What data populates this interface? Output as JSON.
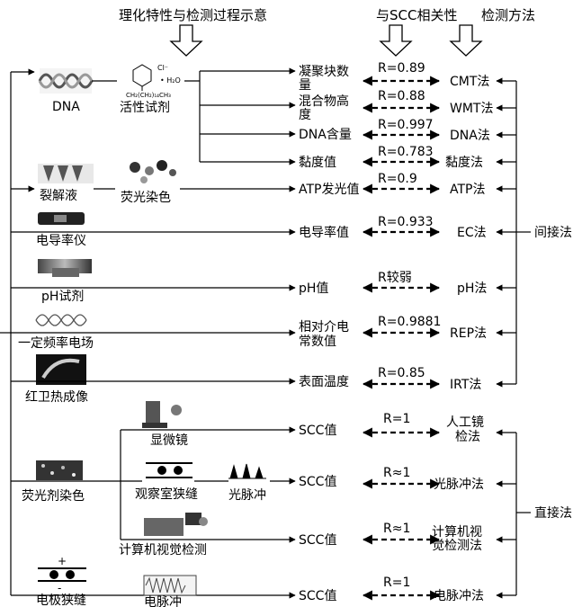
{
  "headers": {
    "left": "理化特性与检测过程示意",
    "mid": "与SCC相关性",
    "right": "检测方法"
  },
  "sources": {
    "dna": "DNA",
    "active_reagent": "活性试剂",
    "lysis": "裂解液",
    "fluor_stain": "荧光染色",
    "conductivity_meter": "电导率仪",
    "ph_reagent": "pH试剂",
    "freq_field": "一定频率电场",
    "infrared": "红卫热成像",
    "microscope": "显微镜",
    "fluor_dye_stain": "荧光剂染色",
    "observation_slit": "观察室狭缝",
    "light_pulse": "光脉冲",
    "computer_vision": "计算机视觉检测",
    "electrode_slit": "电极狭缝",
    "electric_pulse": "电脉冲"
  },
  "reagent_formula": {
    "cl": "Cl⁻",
    "h2o": "• H₂O",
    "chain": "CH₂(CH₂)₁₄CH₃"
  },
  "rows": [
    {
      "param": "凝聚块数量",
      "r": "R=0.89",
      "method": "CMT法"
    },
    {
      "param": "混合物高度",
      "r": "R=0.88",
      "method": "WMT法"
    },
    {
      "param": "DNA含量",
      "r": "R=0.997",
      "method": "DNA法"
    },
    {
      "param": "黏度值",
      "r": "R=0.783",
      "method": "黏度法"
    },
    {
      "param": "ATP发光值",
      "r": "R=0.9",
      "method": "ATP法"
    },
    {
      "param": "电导率值",
      "r": "R=0.933",
      "method": "EC法"
    },
    {
      "param": "pH值",
      "r": "R较弱",
      "method": "pH法"
    },
    {
      "param": "相对介电常数值",
      "r": "R=0.9881",
      "method": "REP法"
    },
    {
      "param": "表面温度",
      "r": "R=0.85",
      "method": "IRT法"
    },
    {
      "param": "SCC值",
      "r": "R=1",
      "method": "人工镜检法"
    },
    {
      "param": "SCC值",
      "r": "R≈1",
      "method": "光脉冲法"
    },
    {
      "param": "SCC值",
      "r": "R≈1",
      "method": "计算机视觉检测法"
    },
    {
      "param": "SCC值",
      "r": "R=1",
      "method": "电脉冲法"
    }
  ],
  "groups": {
    "indirect": "间接法",
    "direct": "直接法"
  }
}
